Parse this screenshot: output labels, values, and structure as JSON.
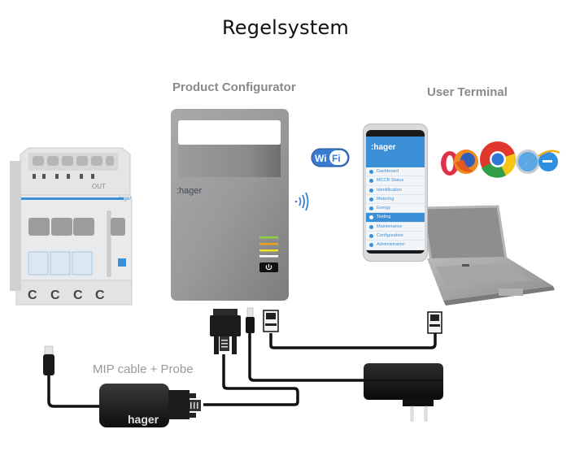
{
  "title": "Regelsystem",
  "labels": {
    "product_configurator": "Product Configurator",
    "user_terminal": "User Terminal",
    "mip_cable": "MIP cable + Probe"
  },
  "devices": {
    "configurator_brand": ":hager",
    "probe_brand": "hager",
    "breaker_brand": "hager",
    "breaker_out_label": "OUT",
    "wifi_badge": {
      "left": "Wi",
      "right": "Fi"
    }
  },
  "phone": {
    "brand": ":hager",
    "menu": [
      {
        "label": "Dashboard",
        "icon": "dashboard-icon",
        "active": false
      },
      {
        "label": "MCCB Status",
        "icon": "status-icon",
        "active": false
      },
      {
        "label": "Identification",
        "icon": "identification-icon",
        "active": false
      },
      {
        "label": "Metering",
        "icon": "metering-icon",
        "active": false
      },
      {
        "label": "Energy",
        "icon": "energy-icon",
        "active": false
      },
      {
        "label": "Testing",
        "icon": "testing-icon",
        "active": true
      },
      {
        "label": "Maintenance",
        "icon": "maintenance-icon",
        "active": false
      },
      {
        "label": "Configuration",
        "icon": "wrench-icon",
        "active": false
      },
      {
        "label": "Administration",
        "icon": "gear-icon",
        "active": false
      }
    ]
  },
  "browsers": [
    "opera-icon",
    "firefox-icon",
    "chrome-icon",
    "safari-icon",
    "ie-icon"
  ],
  "colors": {
    "accent_blue": "#3a8fd6",
    "led_green": "#8bd43a",
    "led_orange": "#f0a020",
    "led_yellow": "#f0e020",
    "led_white": "#ffffff"
  }
}
